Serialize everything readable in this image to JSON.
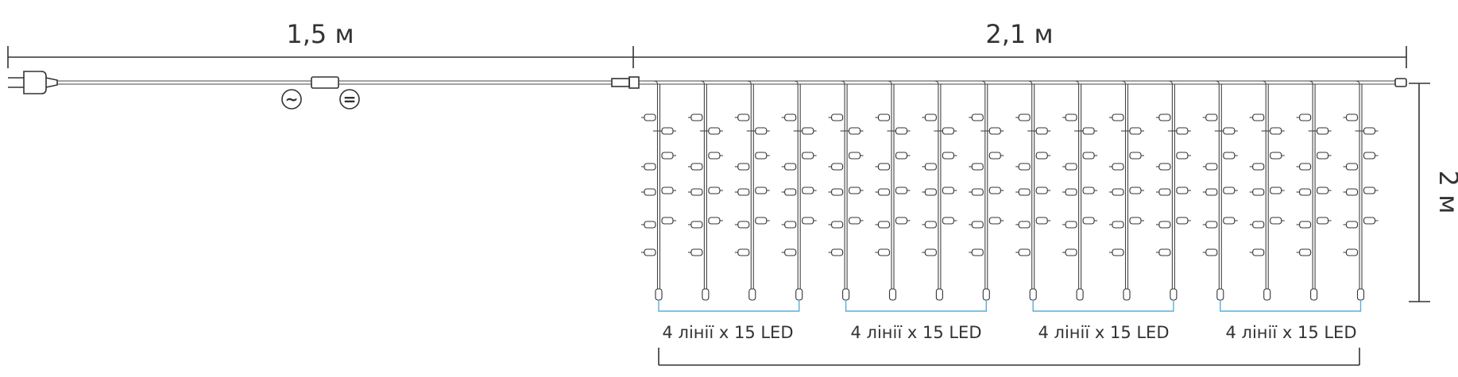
{
  "dimensions": {
    "cable_length": "1,5 м",
    "curtain_width": "2,1 м",
    "curtain_height": "2 м"
  },
  "power_symbols": {
    "ac": "~",
    "dc": "="
  },
  "groups": [
    {
      "label": "4 лінії x 15 LED"
    },
    {
      "label": "4 лінії x 15 LED"
    },
    {
      "label": "4 лінії x 15 LED"
    },
    {
      "label": "4 лінії x 15 LED"
    }
  ],
  "curtain": {
    "strands_total": 16,
    "strands_per_group": 4,
    "leds_per_strand": 15
  }
}
